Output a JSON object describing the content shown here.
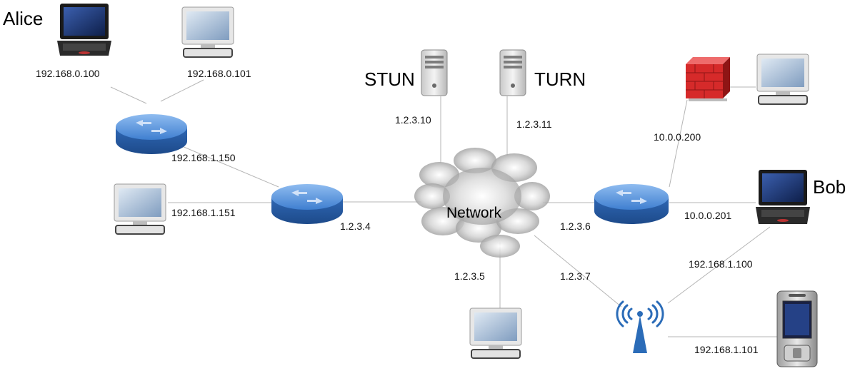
{
  "labels": {
    "alice": "Alice",
    "bob": "Bob",
    "stun": "STUN",
    "turn": "TURN",
    "network": "Network"
  },
  "ips": {
    "alice_laptop": "192.168.0.100",
    "alice_desktop": "192.168.0.101",
    "nat1_inside": "192.168.1.150",
    "lan_desktop": "192.168.1.151",
    "nat1_outside": "1.2.3.4",
    "stun": "1.2.3.10",
    "turn": "1.2.3.11",
    "desktop_bottom": "1.2.3.5",
    "bob_router_outside": "1.2.3.6",
    "wireless_ap": "1.2.3.7",
    "firewall": "10.0.0.200",
    "bob_laptop": "10.0.0.201",
    "bob_laptop_wifi": "192.168.1.100",
    "phone": "192.168.1.101"
  },
  "colors": {
    "router": "#3f7fd0",
    "firewall": "#d62a2a",
    "wireless": "#2b6cb8",
    "cloud": "#9a9a9a"
  }
}
